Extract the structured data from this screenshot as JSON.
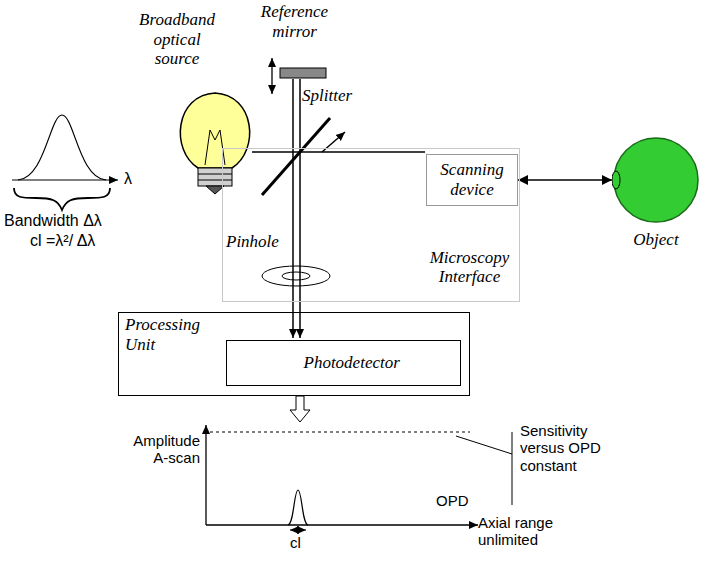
{
  "diagram": {
    "nodes": [
      {
        "text": [
          "Microscopy Interface"
        ]
      },
      {
        "text": [
          "Scanning device"
        ],
        "in": 0
      },
      {
        "text": [
          "Object"
        ]
      },
      {
        "text": [
          "Processing Unit"
        ]
      },
      {
        "text": [
          "Photodetector"
        ],
        "in": 3
      }
    ],
    "edges": [
      {
        "from": 1,
        "to": 2,
        "arrow": "both"
      }
    ],
    "labels": [
      "Broadband optical source",
      "Reference mirror",
      "Splitter",
      "Pinhole",
      "λ",
      "Bandwidth Δλ",
      "cl =λ²/ Δλ",
      "Amplitude A-scan",
      "OPD",
      "cl",
      "Sensitivity versus OPD constant",
      "Axial range unlimited"
    ]
  }
}
